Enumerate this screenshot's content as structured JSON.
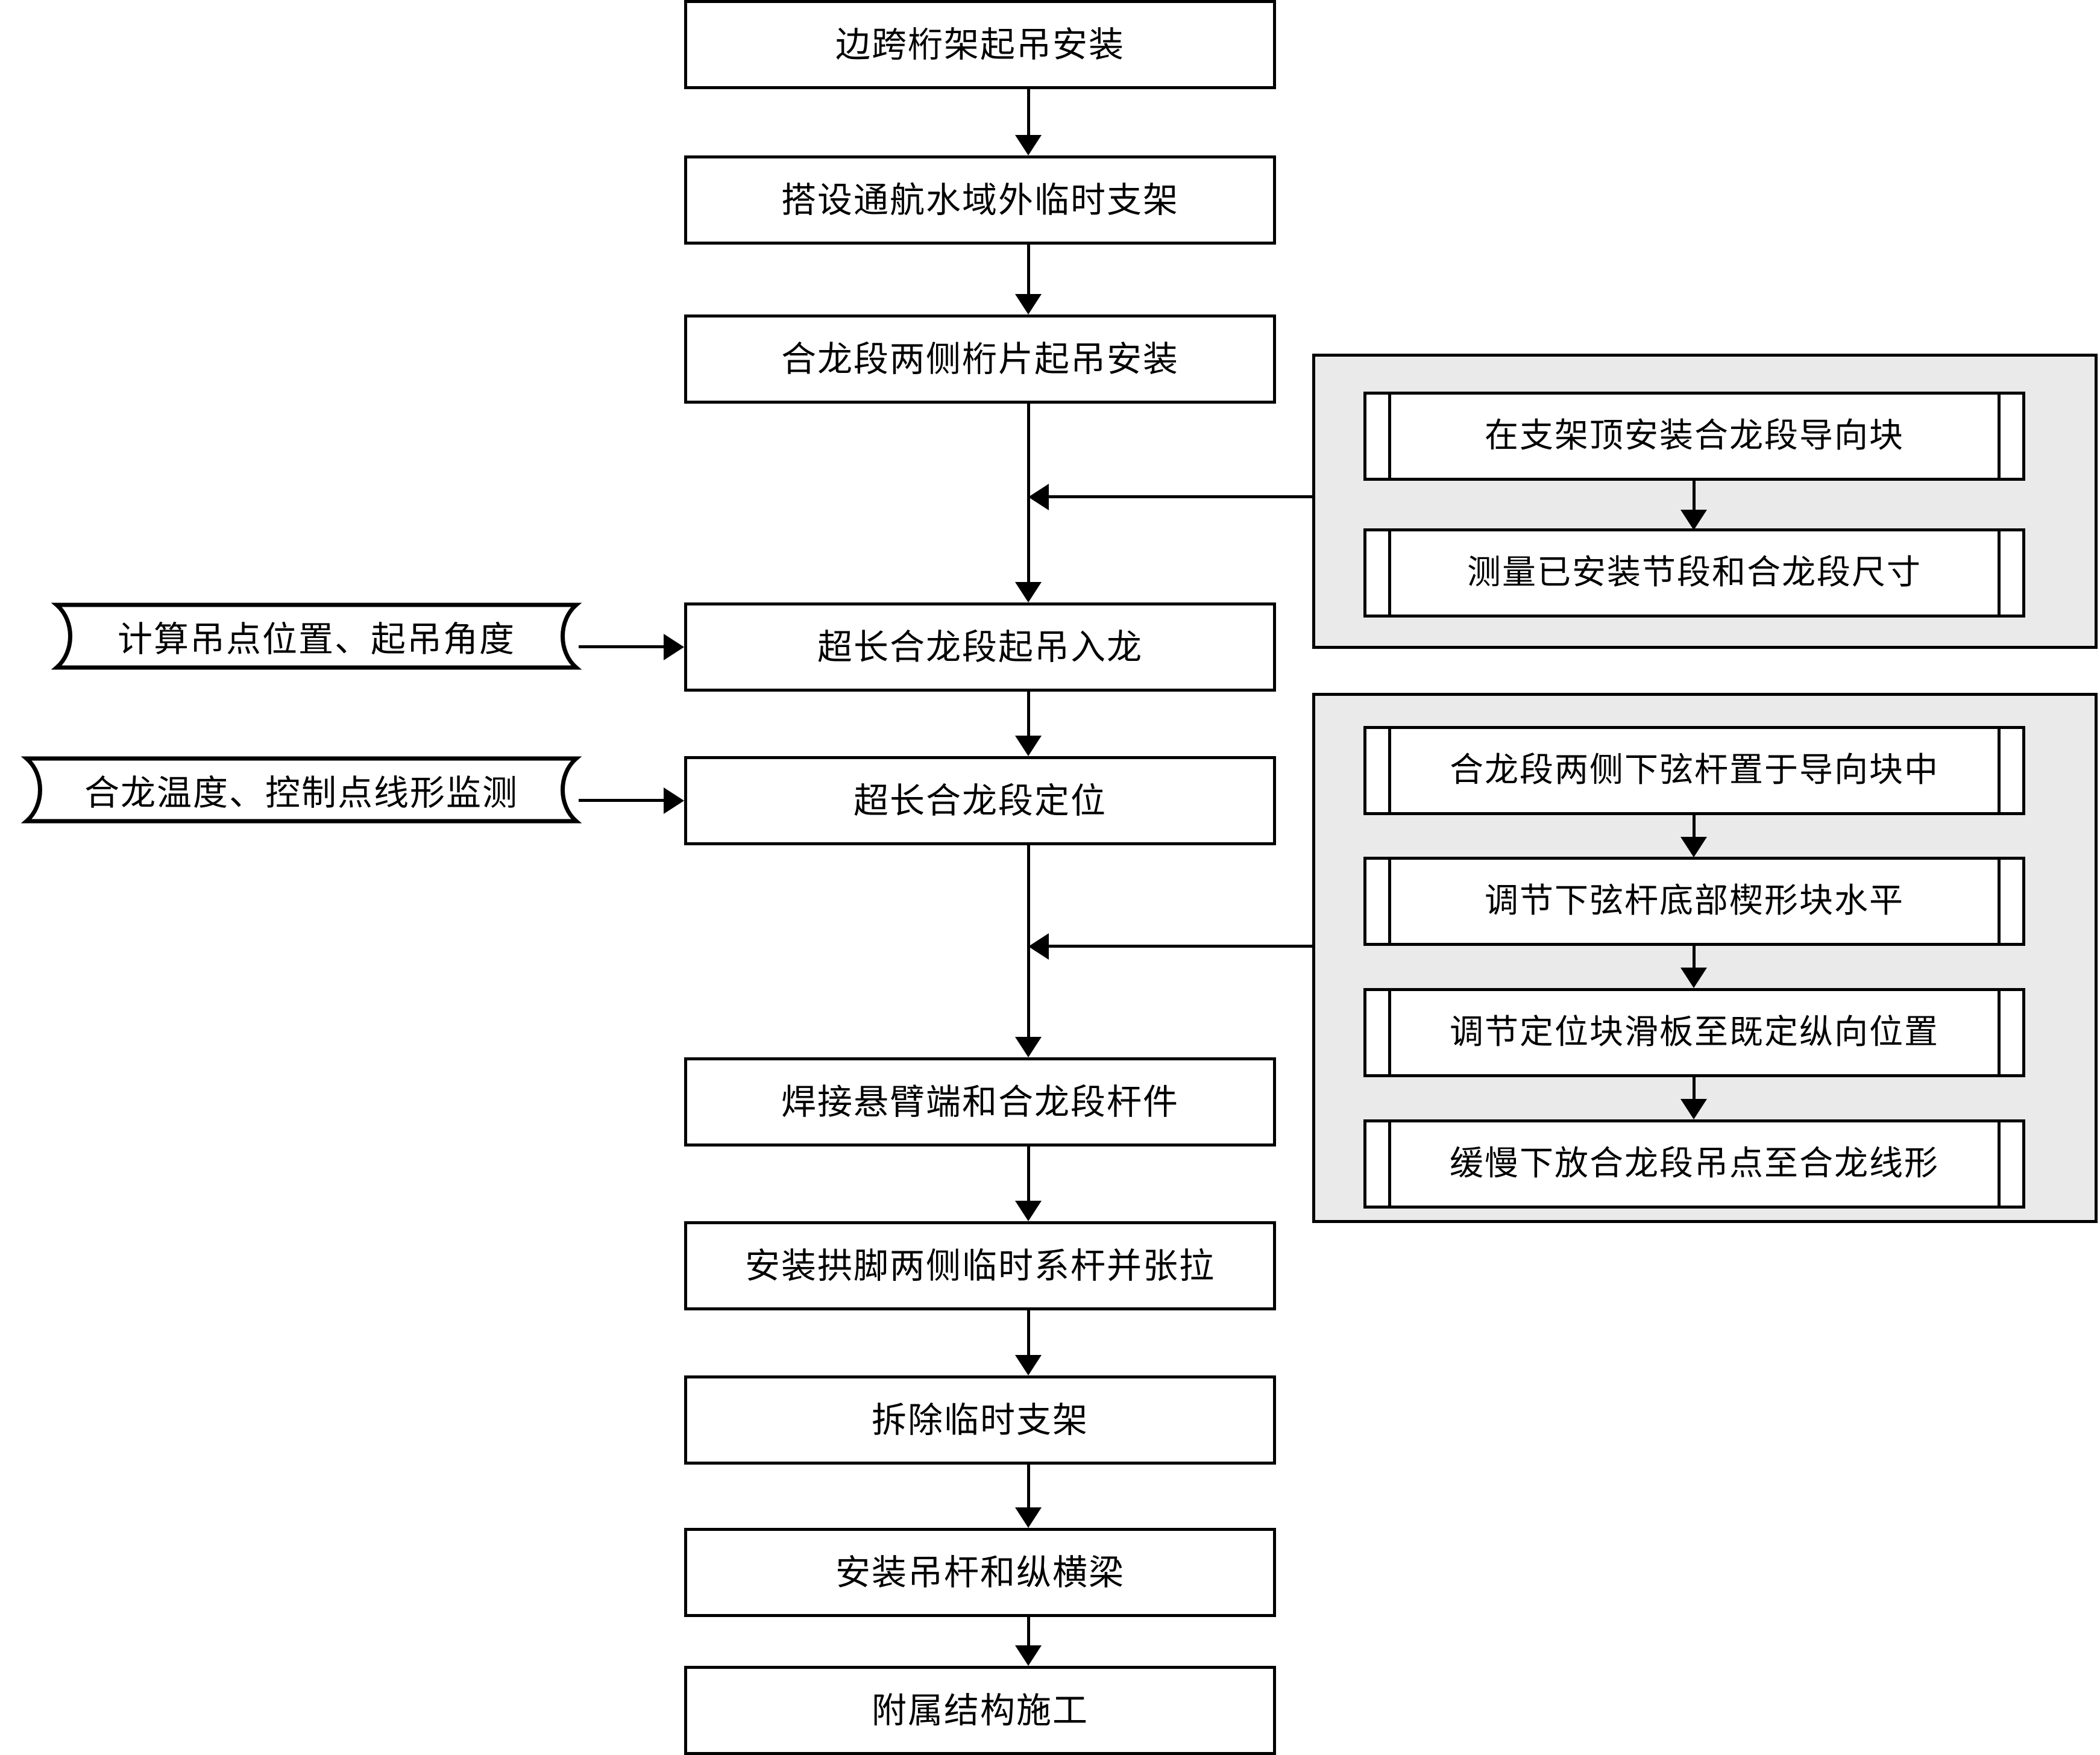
{
  "diagram": {
    "type": "flowchart",
    "orientation": "vertical",
    "colors": {
      "stroke": "#000000",
      "box_fill": "#ffffff",
      "group_panel_fill": "#eaeaea",
      "background": "#ffffff"
    }
  },
  "main_flow": {
    "steps": [
      {
        "id": "step-1",
        "label": "边跨桁架起吊安装"
      },
      {
        "id": "step-2",
        "label": "搭设通航水域外临时支架"
      },
      {
        "id": "step-3",
        "label": "合龙段两侧桁片起吊安装"
      },
      {
        "id": "step-4",
        "label": "超长合龙段起吊入龙"
      },
      {
        "id": "step-5",
        "label": "超长合龙段定位"
      },
      {
        "id": "step-6",
        "label": "焊接悬臂端和合龙段杆件"
      },
      {
        "id": "step-7",
        "label": "安装拱脚两侧临时系杆并张拉"
      },
      {
        "id": "step-8",
        "label": "拆除临时支架"
      },
      {
        "id": "step-9",
        "label": "安装吊杆和纵横梁"
      },
      {
        "id": "step-10",
        "label": "附属结构施工"
      }
    ]
  },
  "left_annotations": [
    {
      "id": "note-1",
      "label": "计算吊点位置、起吊角度",
      "targets": "step-4"
    },
    {
      "id": "note-2",
      "label": "合龙温度、控制点线形监测",
      "targets": "step-5"
    }
  ],
  "right_groups": [
    {
      "id": "group-1",
      "targets": "step-4",
      "items": [
        {
          "id": "g1-item-1",
          "label": "在支架顶安装合龙段导向块"
        },
        {
          "id": "g1-item-2",
          "label": "测量已安装节段和合龙段尺寸"
        }
      ]
    },
    {
      "id": "group-2",
      "targets": "step-6",
      "items": [
        {
          "id": "g2-item-1",
          "label": "合龙段两侧下弦杆置于导向块中"
        },
        {
          "id": "g2-item-2",
          "label": "调节下弦杆底部楔形块水平"
        },
        {
          "id": "g2-item-3",
          "label": "调节定位块滑板至既定纵向位置"
        },
        {
          "id": "g2-item-4",
          "label": "缓慢下放合龙段吊点至合龙线形"
        }
      ]
    }
  ]
}
